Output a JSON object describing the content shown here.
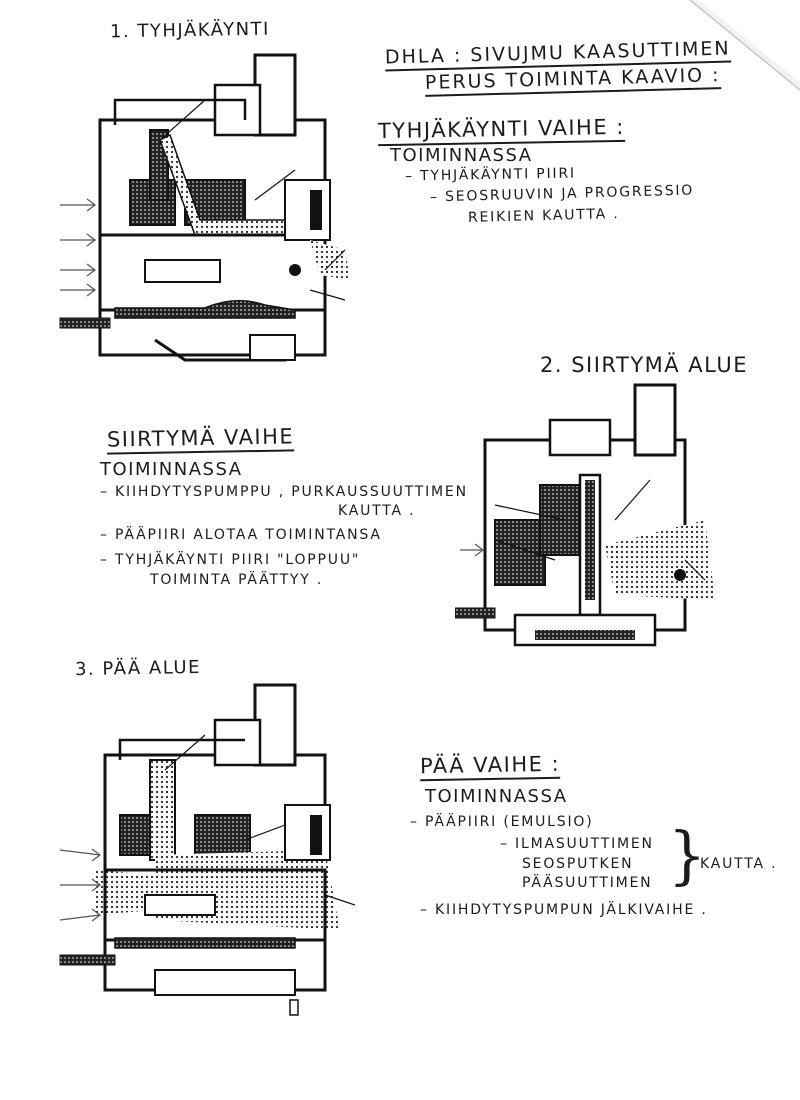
{
  "page": {
    "main_title_line1": "DHLA : SIVUJMU KAASUTTIMEN",
    "main_title_line2": "PERUS  TOIMINTA  KAAVIO :"
  },
  "section1": {
    "diagram_label": "1. TYHJÄKÄYNTI",
    "heading": "TYHJÄKÄYNTI  VAIHE :",
    "status": "TOIMINNASSA",
    "items": [
      "– TYHJÄKÄYNTI PIIRI",
      "– SEOSRUUVIN  JA  PROGRESSIO",
      "REIKIEN  KAUTTA ."
    ]
  },
  "section2": {
    "diagram_label": "2. SIIRTYMÄ  ALUE",
    "heading": "SIIRTYMÄ VAIHE",
    "status": "TOIMINNASSA",
    "items": [
      "– KIIHDYTYSPUMPPU , PURKAUSSUUTTIMEN",
      "KAUTTA .",
      "– PÄÄPIIRI  ALOTAA  TOIMINTANSA",
      "– TYHJÄKÄYNTI PIIRI \"LOPPUU\"",
      "TOIMINTA  PÄÄTTYY ."
    ]
  },
  "section3": {
    "diagram_label": "3. PÄÄ ALUE",
    "heading": "PÄÄ VAIHE :",
    "status": "TOIMINNASSA",
    "items": [
      "– PÄÄPIIRI   (EMULSIO)",
      "– ILMASUUTTIMEN",
      "SEOSPUTKEN",
      "PÄÄSUUTTIMEN",
      "KAUTTA .",
      "– KIIHDYTYSPUMPUN  JÄLKIVAIHE ."
    ]
  }
}
